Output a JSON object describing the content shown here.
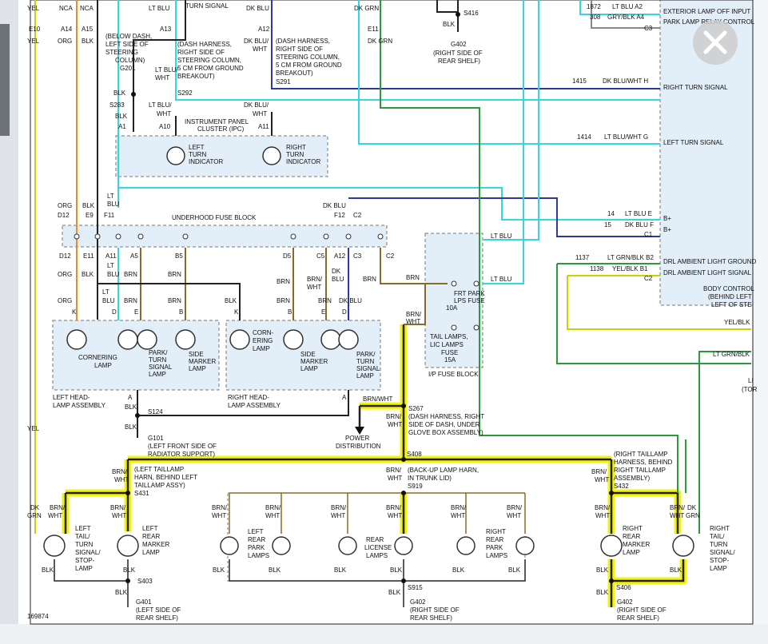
{
  "labels": {
    "top_yel": "YEL",
    "top_nca_1": "NCA",
    "top_nca_2": "NCA",
    "top_lt_blu": "LT BLU",
    "turn_signal": "TURN SIGNAL",
    "top_dk_blu": "DK BLU",
    "top_dk_grn": "DK GRN",
    "e10": "E10",
    "a14": "A14",
    "a15": "A15",
    "a13": "A13",
    "a12": "A12",
    "e11": "E11",
    "yel_2": "YEL",
    "org_1": "ORG",
    "blk_1": "BLK",
    "below_dash_1": "(BELOW DASH,",
    "below_dash_2": "LEFT SIDE OF",
    "below_dash_3": "STEERING",
    "below_dash_4": "COLUMN)",
    "g201": "G201",
    "s292_desc_1": "(DASH HARNESS,",
    "s292_desc_2": "RIGHT SIDE OF",
    "s292_desc_3": "STEERING COLUMN,",
    "s292_desc_4": "5 CM FROM GROUND",
    "s292_desc_5": "BREAKOUT)",
    "s292_desc_6": "",
    "s292": "S292",
    "lt_blu_wht_1a": "LT BLU/",
    "lt_blu_wht_1b": "WHT",
    "dk_blu_wht_1a": "DK BLU/",
    "dk_blu_wht_1b": "WHT",
    "s291_desc_1": "(DASH HARNESS,",
    "s291_desc_2": "RIGHT SIDE OF",
    "s291_desc_3": "STEERING COLUMN,",
    "s291_desc_4": "5 CM FROM GROUND",
    "s291_desc_5": "BREAKOUT)",
    "s291": "S291",
    "dk_grn_2": "DK GRN",
    "blk_2": "BLK",
    "s283": "S283",
    "blk_3": "BLK",
    "a1": "A1",
    "lt_blu_wht_2a": "LT BLU/",
    "lt_blu_wht_2b": "WHT",
    "a10": "A10",
    "dk_blu_wht_2a": "DK BLU/",
    "dk_blu_wht_2b": "WHT",
    "a11": "A11",
    "ipc_1": "INSTRUMENT PANEL",
    "ipc_2": "CLUSTER (IPC)",
    "left_turn_1": "LEFT",
    "left_turn_2": "TURN",
    "left_turn_3": "INDICATOR",
    "right_turn_1": "RIGHT",
    "right_turn_2": "TURN",
    "right_turn_3": "INDICATOR",
    "c1415": "1415",
    "dk_blu_wht_h": "DK BLU/WHT  H",
    "c1414": "1414",
    "lt_blu_wht_g": "LT BLU/WHT  G",
    "c1872": "1872",
    "lt_blu_a2": "LT BLU    A2",
    "c308": "308",
    "gry_blk_a4": "GRY/BLK   A4",
    "c3_bcm": "C3",
    "exterior_lamp": "EXTERIOR LAMP OFF INPUT",
    "park_lamp_relay": "PARK LAMP RELAY CONTROL",
    "right_turn_signal": "RIGHT TURN SIGNAL",
    "left_turn_signal": "LEFT TURN SIGNAL",
    "c14": "14",
    "lt_blu_e": "LT BLU  E",
    "b_plus_1": "B+",
    "c15": "15",
    "dk_blu_f": "DK BLU  F",
    "b_plus_2": "B+",
    "c1": "C1",
    "c1137": "1137",
    "lt_grn_blk_b2": "LT GRN/BLK  B2",
    "drl_ground": "DRL AMBIENT LIGHT GROUND",
    "c1138": "1138",
    "yel_blk_b1": "YEL/BLK  B1",
    "drl_signal": "DRL AMBIENT LIGHT SIGNAL",
    "c2_bcm": "C2",
    "body_control_1": "BODY CONTROL",
    "body_control_2": "(BEHIND LEFT",
    "body_control_3": "LEFT OF STE",
    "yel_blk_right": "YEL/BLK",
    "lt_grn_blk_right": "LT GRN/BLK",
    "li_cut": "LI",
    "tor_cut": "(TOR",
    "lt_1": "LT",
    "blu_1": "BLU",
    "org_2": "ORG",
    "blk_4": "BLK",
    "d12_top": "D12",
    "e9": "E9",
    "f11": "F11",
    "underhood_fuse_block": "UNDERHOOD FUSE BLOCK",
    "dk_blu_top": "DK BLU",
    "f12": "F12",
    "c2_top": "C2",
    "lt_blu_fuse": "LT BLU",
    "lt_blu_fuse_2": "LT BLU",
    "d12_bottom": "D12",
    "e11_b": "E11",
    "a11_b": "A11",
    "a5": "A5",
    "b5": "B5",
    "d5": "D5",
    "c5": "C5",
    "a12_b": "A12",
    "c3_b": "C3",
    "c2_b": "C2",
    "lt_2": "LT",
    "blu_2": "BLU",
    "org_3": "ORG",
    "blk_5": "BLK",
    "brn_1": "BRN",
    "brn_2": "BRN",
    "brn_3": "BRN",
    "brn_wht_1a": "BRN/",
    "brn_wht_1b": "WHT",
    "dk_1": "DK",
    "blu_3": "BLU",
    "brn_4": "BRN",
    "brn_5": "BRN",
    "frt_park_1": "FRT PARK",
    "frt_park_2": "LPS FUSE",
    "frt_park_3": "10A",
    "tail_lamps_1": "TAIL LAMPS,",
    "tail_lamps_2": "LIC LAMPS",
    "tail_lamps_3": "FUSE",
    "tail_lamps_4": "15A",
    "ip_fuse_block": "I/P FUSE BLOCK",
    "brn_wht_2a": "BRN/",
    "brn_wht_2b": "WHT",
    "org_4": "ORG",
    "lt_3": "LT",
    "blu_4": "BLU",
    "brn_6": "BRN",
    "brn_7": "BRN",
    "blk_6": "BLK",
    "brn_8": "BRN",
    "brn_9": "BRN",
    "dk_blu_2": "DK BLU",
    "pin_k_1": "K",
    "pin_d_1": "D",
    "pin_e_1": "E",
    "pin_b_1": "B",
    "pin_k_2": "K",
    "pin_b_2": "B",
    "pin_e_2": "E",
    "pin_d_2": "D",
    "cornering_lamp_l_1": "CORNERING",
    "cornering_lamp_l_2": "LAMP",
    "park_turn_l_1": "PARK/",
    "park_turn_l_2": "TURN",
    "park_turn_l_3": "SIGNAL",
    "park_turn_l_4": "LAMP",
    "side_marker_l_1": "SIDE",
    "side_marker_l_2": "MARKER",
    "side_marker_l_3": "LAMP",
    "cornering_r_1": "CORN-",
    "cornering_r_2": "ERING",
    "cornering_r_3": "LAMP",
    "side_marker_r_1": "SIDE",
    "side_marker_r_2": "MARKER",
    "side_marker_r_3": "LAMP",
    "park_turn_r_1": "PARK/",
    "park_turn_r_2": "TURN",
    "park_turn_r_3": "SIGNAL",
    "park_turn_r_4": "LAMP",
    "left_head_1": "LEFT HEAD-",
    "left_head_2": "LAMP ASSEMBLY",
    "right_head_1": "RIGHT HEAD-",
    "right_head_2": "LAMP ASSEMBLY",
    "pin_a_l": "A",
    "pin_a_r": "A",
    "blk_7": "BLK",
    "s124": "S124",
    "blk_8": "BLK",
    "g101": "G101",
    "g101_desc_1": "(LEFT FRONT SIDE OF",
    "g101_desc_2": "RADIATOR SUPPORT)",
    "brn_wht_3": "BRN/WHT",
    "s267": "S267",
    "s267_desc_1": "(DASH HARNESS, RIGHT",
    "s267_desc_2": "SIDE OF DASH, UNDER",
    "s267_desc_3": "GLOVE BOX ASSEMBLY)",
    "brn_wht_4a": "BRN/",
    "brn_wht_4b": "WHT",
    "power_1": "POWER",
    "power_2": "DISTRIBUTION",
    "yel_3": "YEL",
    "s408": "S408",
    "left_taillamp_harn_1": "(LEFT TAILLAMP",
    "left_taillamp_harn_2": "HARN, BEHIND LEFT",
    "left_taillamp_harn_3": "TAILLAMP ASSY)",
    "brn_wht_5a": "BRN/",
    "brn_wht_5b": "WHT",
    "s431": "S431",
    "backup_harn_1": "(BACK-UP LAMP HARN,",
    "backup_harn_2": "IN TRUNK LID)",
    "s919": "S919",
    "brn_wht_6a": "BRN/",
    "brn_wht_6b": "WHT",
    "right_taillamp_harn_1": "(RIGHT TAILLAMP",
    "right_taillamp_harn_2": "HARNESS, BEHIND",
    "right_taillamp_harn_3": "RIGHT TAILLAMP",
    "right_taillamp_harn_4": "ASSEMBLY)",
    "brn_wht_7a": "BRN/",
    "brn_wht_7b": "WHT",
    "s432": "S432",
    "dk_2": "DK",
    "grn_1": "GRN",
    "brn_wht_8a": "BRN/",
    "brn_wht_8b": "WHT",
    "brn_wht_9a": "BRN/",
    "brn_wht_9b": "WHT",
    "brn_wht_10a": "BRN/",
    "brn_wht_10b": "WHT",
    "brn_wht_11a": "BRN/",
    "brn_wht_11b": "WHT",
    "brn_wht_12a": "BRN/",
    "brn_wht_12b": "WHT",
    "brn_wht_13a": "BRN/",
    "brn_wht_13b": "WHT",
    "brn_wht_14a": "BRN/",
    "brn_wht_14b": "WHT",
    "brn_wht_15a": "BRN/",
    "brn_wht_15b": "WHT",
    "brn_wht_16a": "BRN/",
    "brn_wht_16b": "WHT",
    "brn_wht_17a": "BRN/",
    "brn_wht_17b": "WHT",
    "dk_3": "DK",
    "grn_2": "GRN",
    "left_tail_1": "LEFT",
    "left_tail_2": "TAIL/",
    "left_tail_3": "TURN",
    "left_tail_4": "SIGNAL/",
    "left_tail_5": "STOP-",
    "left_tail_6": "LAMP",
    "left_rear_marker_1": "LEFT",
    "left_rear_marker_2": "REAR",
    "left_rear_marker_3": "MARKER",
    "left_rear_marker_4": "LAMP",
    "left_rear_park_1": "LEFT",
    "left_rear_park_2": "REAR",
    "left_rear_park_3": "PARK",
    "left_rear_park_4": "LAMPS",
    "rear_license_1": "REAR",
    "rear_license_2": "LICENSE",
    "rear_license_3": "LAMPS",
    "right_rear_park_1": "RIGHT",
    "right_rear_park_2": "REAR",
    "right_rear_park_3": "PARK",
    "right_rear_park_4": "LAMPS",
    "right_rear_marker_1": "RIGHT",
    "right_rear_marker_2": "REAR",
    "right_rear_marker_3": "MARKER",
    "right_rear_marker_4": "LAMP",
    "right_tail_1": "RIGHT",
    "right_tail_2": "TAIL/",
    "right_tail_3": "TURN",
    "right_tail_4": "SIGNAL/",
    "right_tail_5": "STOP-",
    "right_tail_6": "LAMP",
    "blk_9": "BLK",
    "blk_10": "BLK",
    "blk_11": "BLK",
    "blk_12": "BLK",
    "blk_13": "BLK",
    "blk_14": "BLK",
    "blk_15": "BLK",
    "blk_16": "BLK",
    "blk_17": "BLK",
    "blk_18": "BLK",
    "s403": "S403",
    "s915": "S915",
    "s406": "S406",
    "blk_19": "BLK",
    "blk_20": "BLK",
    "blk_21": "BLK",
    "g401": "G401",
    "g401_desc_1": "(LEFT SIDE OF",
    "g401_desc_2": "REAR SHELF)",
    "g402_mid": "G402",
    "g402_mid_desc_1": "(RIGHT SIDE OF",
    "g402_mid_desc_2": "REAR SHELF)",
    "g402_right": "G402",
    "g402_right_desc_1": "(RIGHT SIDE OF",
    "g402_right_desc_2": "REAR SHELF)",
    "figure_number": "169874",
    "s416": "S416",
    "blk_top": "BLK",
    "g402_top": "G402",
    "g402_top_desc_1": "(RIGHT SIDE OF",
    "g402_top_desc_2": "REAR SHELF)"
  },
  "colors": {
    "highlight": "#f2f20a",
    "lt_blu": "#33d6e6",
    "dk_blu": "#2b3aa0",
    "dk_grn": "#2a9a3a",
    "org": "#f08a24",
    "yel": "#c8d400",
    "brn": "#8a6a2a",
    "component_fill": "#e2eef8"
  },
  "controls": {
    "close_icon": "close-icon"
  }
}
